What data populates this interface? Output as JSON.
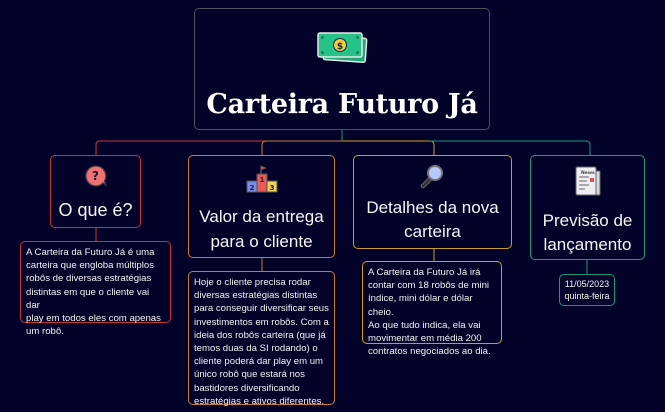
{
  "colors": {
    "background": "#03032a",
    "root_border": "#4e5060",
    "branch1": "#c8323c",
    "branch2": "#c87a3c",
    "branch3": "#c8a020",
    "branch4": "#1a9a7a"
  },
  "root": {
    "title": "Carteira Futuro Já",
    "icon": "money-bill-icon"
  },
  "branches": [
    {
      "title": "O que é?",
      "icon": "question-bubble-icon",
      "note": "A Carteira da Futuro Já é uma\ncarteira que engloba múltiplos\nrobôs de diversas estratégias\ndistintas em que o cliente vai dar\nplay em todos eles com apenas\num robô."
    },
    {
      "title_line1": "Valor da entrega",
      "title_line2": "para o cliente",
      "icon": "podium-icon",
      "note": "Hoje o cliente precisa rodar\ndiversas estratégias distintas\npara conseguir diversificar seus\ninvestimentos em robôs. Com a\nideia dos robôs carteira (que já\ntemos duas da SI rodando) o\ncliente poderá dar play em um\núnico robô que estará nos\nbastidores diversificando\nestratégias e ativos diferentes."
    },
    {
      "title_line1": "Detalhes da nova",
      "title_line2": "carteira",
      "icon": "magnifier-icon",
      "note": "A Carteira da Futuro Já irá\ncontar com 18 robôs de mini\níndice, mini dólar e dólar cheio.\nAo que tudo indica, ela vai\nmovimentar em média 200\ncontratos negociados ao dia."
    },
    {
      "title_line1": "Previsão de",
      "title_line2": "lançamento",
      "icon": "newspaper-icon",
      "note_line1": "11/05/2023",
      "note_line2": "quinta-feira",
      "newspaper_label": "News"
    }
  ]
}
